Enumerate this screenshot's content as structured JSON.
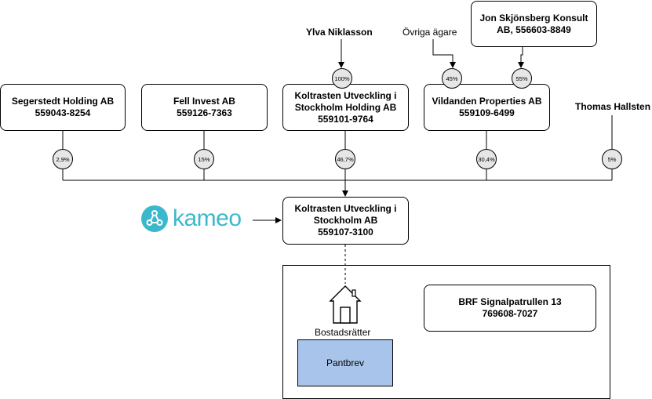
{
  "top_people": {
    "ylva": "Ylva Niklasson",
    "ovriga": "Övriga ägare",
    "thomas": "Thomas Hallsten"
  },
  "jon_box": {
    "line1": "Jon Skjönsberg Konsult",
    "line2": "AB, 556603-8849"
  },
  "owners": {
    "segerstedt": {
      "name": "Segerstedt Holding AB",
      "orgnr": "559043-8254",
      "share": "2,9%"
    },
    "fell": {
      "name": "Fell Invest AB",
      "orgnr": "559126-7363",
      "share": "15%"
    },
    "koltrasten_holding": {
      "line1": "Koltrasten Utveckling i",
      "line2": "Stockholm Holding AB",
      "orgnr": "559101-9764",
      "share": "46,7%"
    },
    "vildanden": {
      "name": "Vildanden Properties AB",
      "orgnr": "559109-6499",
      "share": "30,4%"
    },
    "thomas_share": "5%"
  },
  "holding_owners": {
    "ylva_share": "100%"
  },
  "vildanden_owners": {
    "ovriga_share": "45%",
    "jon_share": "55%"
  },
  "target": {
    "line1": "Koltrasten Utveckling i",
    "line2": "Stockholm AB",
    "orgnr": "559107-3100"
  },
  "logo": {
    "text": "kameo",
    "icon": "kameo-logo-icon"
  },
  "property": {
    "brf_line1": "BRF Signalpatrullen 13",
    "brf_line2": "769608-7027",
    "house_icon": "house-icon",
    "bostad_label": "Bostadsrätter",
    "pantbrev": "Pantbrev"
  },
  "colors": {
    "logo": "#3cb8cd",
    "pantbrev_fill": "#a9c4eb",
    "share_circle": "#e6e6e6"
  }
}
